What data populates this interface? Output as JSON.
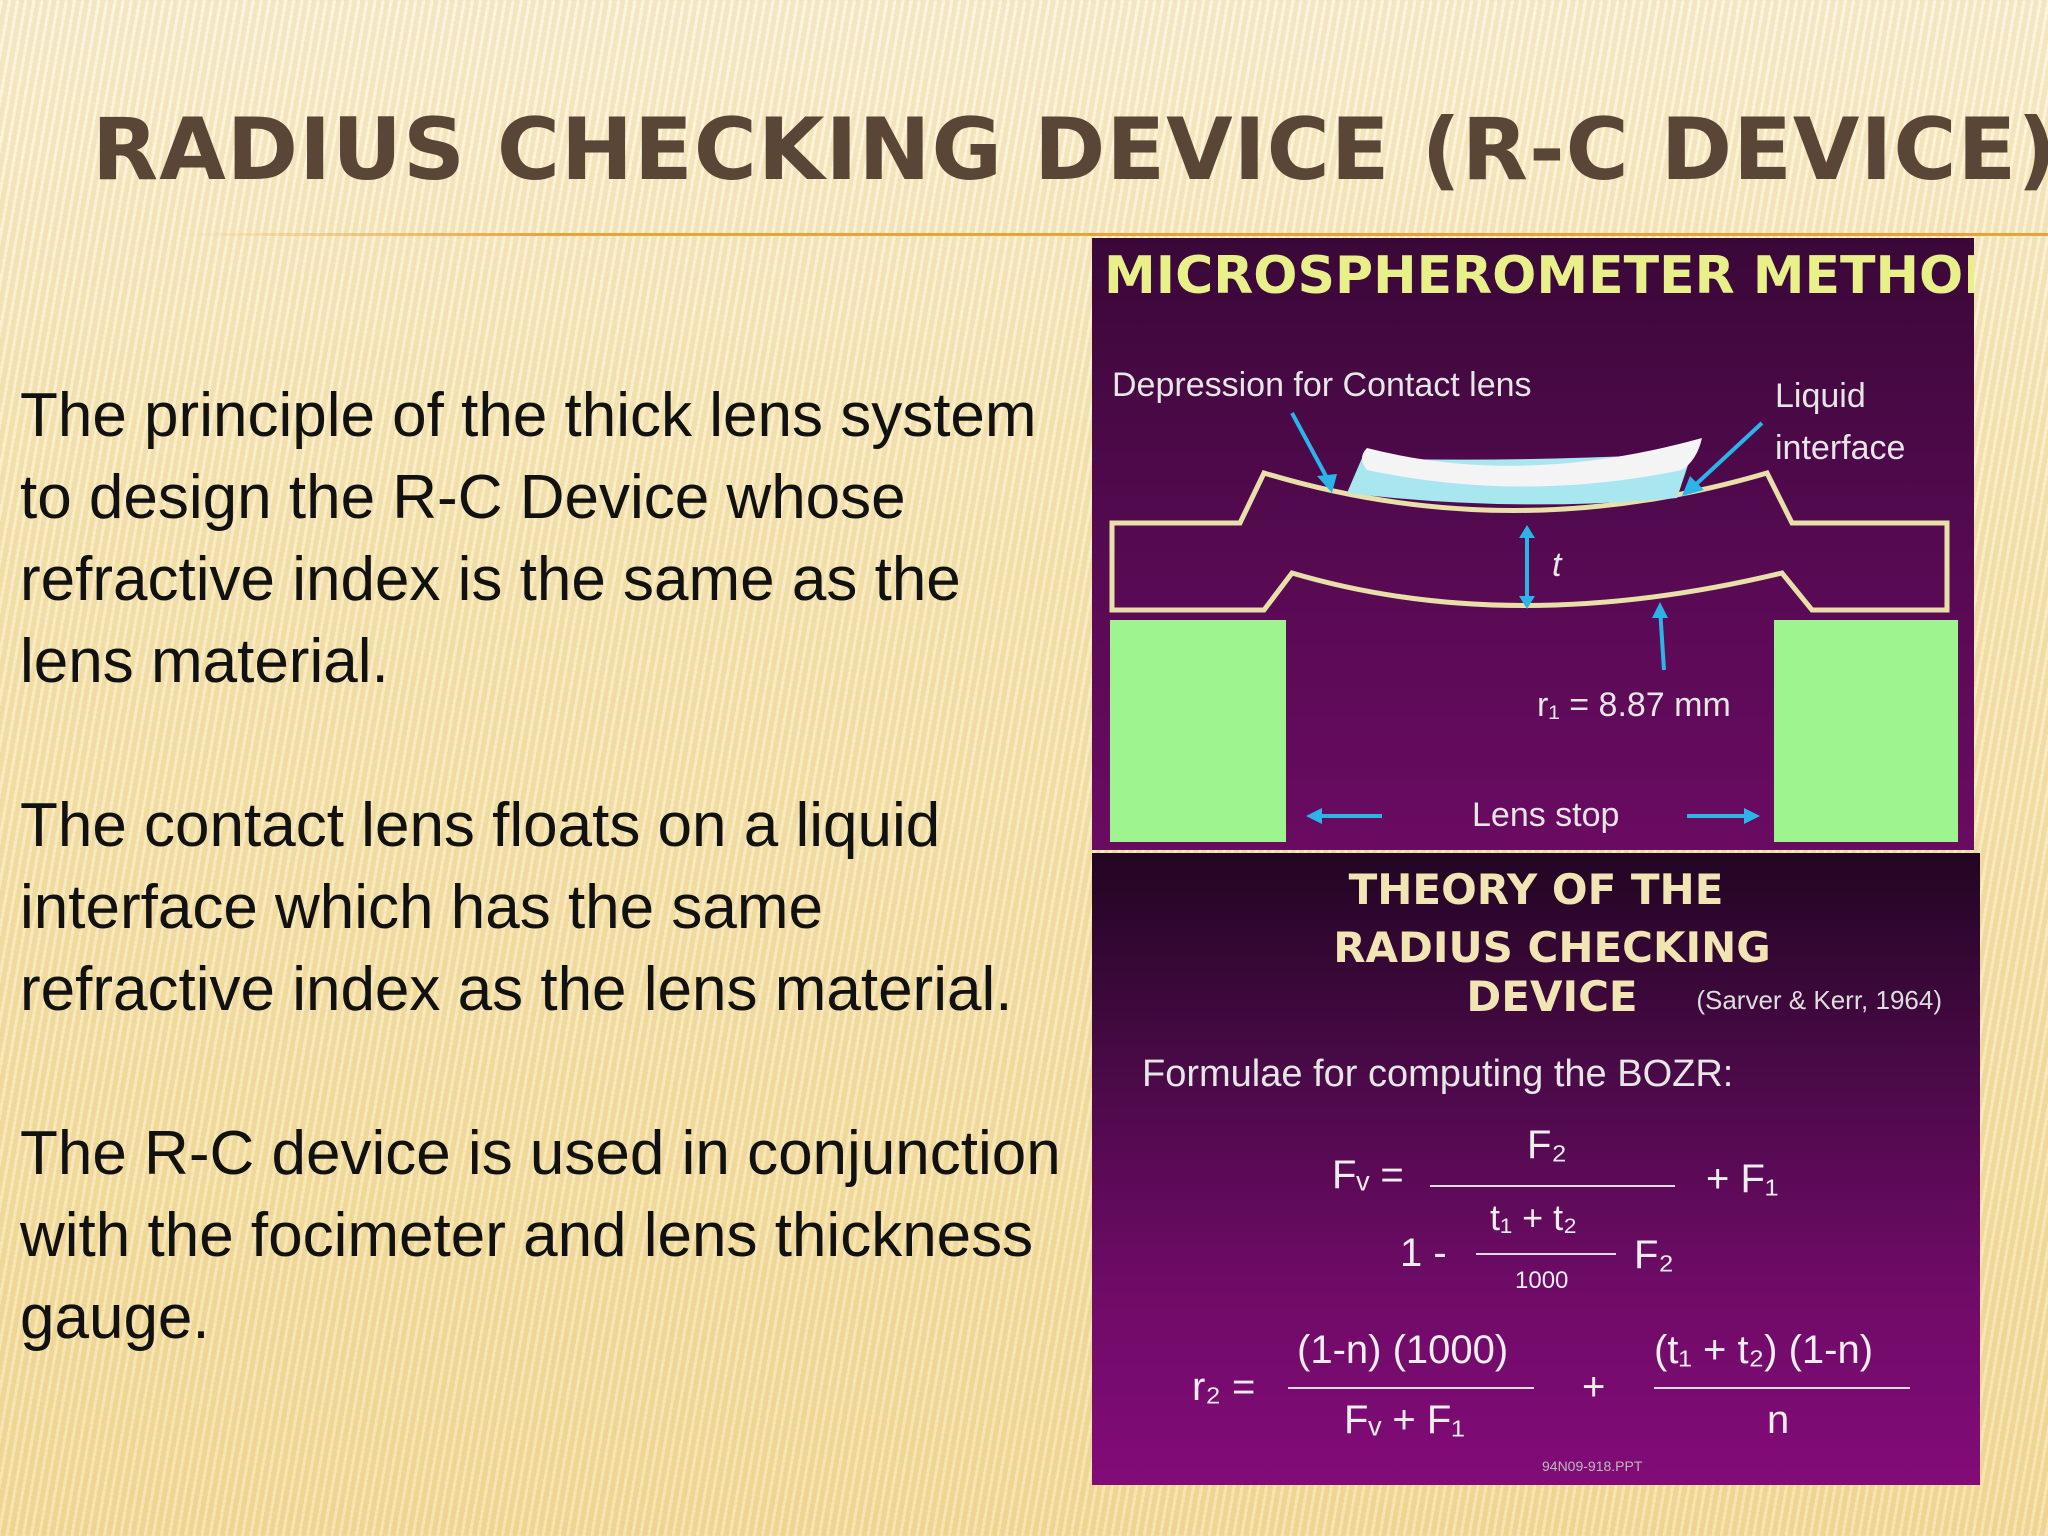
{
  "slide": {
    "title": "Radius Checking Device (R-C Device)",
    "paragraphs": [
      "The principle of the thick lens system to design the R-C Device whose refractive index is the same as the lens material.",
      "The contact lens floats on a liquid interface which has the same refractive index as the lens material.",
      "The R-C device is used in conjunction with the focimeter and lens thickness gauge."
    ]
  },
  "diagram": {
    "title": "MICROSPHEROMETER  METHOD",
    "labels": {
      "depression": "Depression for Contact lens",
      "liquid_1": "Liquid",
      "liquid_2": "interface",
      "t": "t",
      "r1": "r₁ = 8.87 mm",
      "lens_stop": "Lens stop"
    }
  },
  "theory": {
    "heading_1": "THEORY OF THE",
    "heading_2": "RADIUS CHECKING DEVICE",
    "citation": "(Sarver & Kerr, 1964)",
    "subtitle": "Formulae for computing the BOZR:",
    "f1_lhs": "Fᵥ =",
    "f1_num": "F₂",
    "f1_rhs": "+ F₁",
    "f1_den_one": "1 -",
    "f1_den_num": "t₁ +  t₂",
    "f1_den_den": "1000",
    "f1_den_f2": "F₂",
    "f2_lhs": "r₂ =",
    "f2_a_num": "(1-n) (1000)",
    "f2_a_den": "Fᵥ +  F₁",
    "f2_plus": "+",
    "f2_b_num": "(t₁ +  t₂) (1-n)",
    "f2_b_den": "n",
    "footer": "94N09-918.PPT"
  },
  "colors": {
    "title": "#5a4637",
    "panel_title": "#e8f08a",
    "lens_stop_green": "#9ef590",
    "liquid": "#a8e6f0"
  }
}
